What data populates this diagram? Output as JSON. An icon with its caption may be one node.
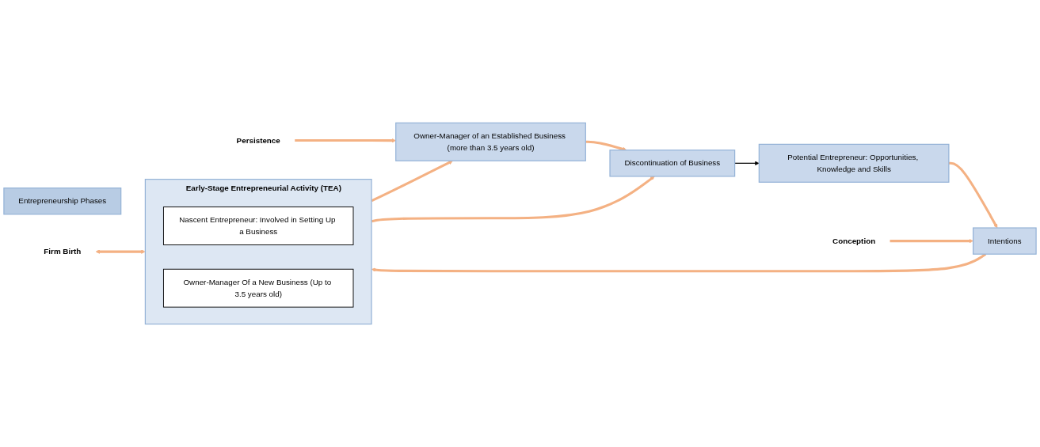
{
  "diagram": {
    "nodes": [
      {
        "text": [
          "Entrepreneurship Phases"
        ]
      },
      {
        "text": [
          "Discontinuation of Business"
        ]
      },
      {
        "text": [
          "Potential Entrepreneur: Opportunities, Knowledge and Skills"
        ]
      },
      {
        "text": [
          "Intentions"
        ]
      },
      {
        "text": [
          "Early-Stage Entrepreneurial Activity (TEA)"
        ]
      },
      {
        "text": [
          "Nascent Entrepreneur: Involved in Setting Up a Business"
        ],
        "in": 4
      },
      {
        "text": [
          "Owner-Manager Of a New Business (Up to 3.5 years old)"
        ],
        "in": 4
      },
      {
        "text": [
          "Owner-Manager of an Established Business (more than 3.5 years old)"
        ]
      },
      {
        "text": [
          "Conception"
        ]
      },
      {
        "text": [
          "Firm Birth"
        ]
      },
      {
        "text": [
          "Persistence"
        ]
      }
    ],
    "edges": [
      {
        "from": 2,
        "to": 3,
        "arrow": "to"
      },
      {
        "from": 3,
        "to": 4,
        "arrow": "to"
      },
      {
        "from": 4,
        "to": 1,
        "arrow": "to"
      },
      {
        "from": 4,
        "to": 7,
        "arrow": "to"
      },
      {
        "from": 7,
        "to": 1,
        "arrow": "to"
      },
      {
        "from": 8,
        "to": 3,
        "arrow": "to"
      },
      {
        "from": 9,
        "to": 4,
        "arrow": "both"
      },
      {
        "from": 10,
        "to": 7,
        "arrow": "to"
      },
      {
        "from": 1,
        "to": 2,
        "arrow": "to",
        "color": "#000000"
      }
    ]
  }
}
